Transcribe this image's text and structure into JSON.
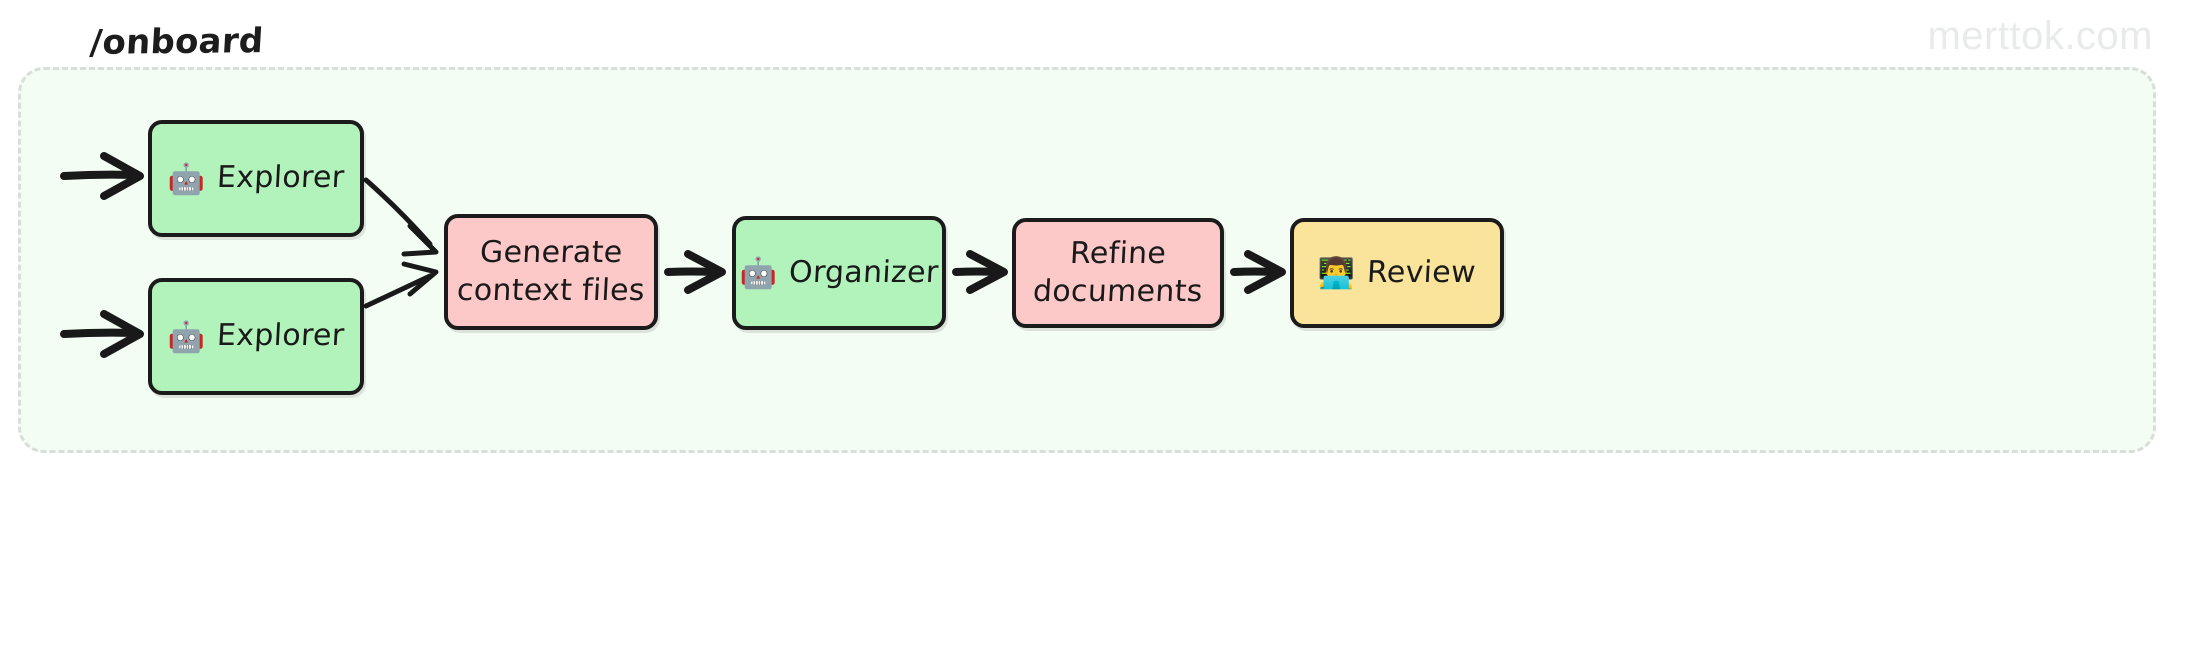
{
  "page": {
    "title": "/onboard",
    "watermark": "merttok.com",
    "background_color": "#ffffff",
    "frame_fill": "#f4fdf4",
    "frame_border_color": "#d9dedb"
  },
  "colors": {
    "green": "#b2f2bb",
    "pink": "#fcc8c8",
    "yellow": "#fae49b",
    "stroke": "#1b1b1b",
    "watermark": "#e9ebea"
  },
  "nodes": [
    {
      "id": "explorer-1",
      "label": "Explorer",
      "icon": "robot-icon",
      "emoji": "🤖",
      "fill": "green"
    },
    {
      "id": "explorer-2",
      "label": "Explorer",
      "icon": "robot-icon",
      "emoji": "🤖",
      "fill": "green"
    },
    {
      "id": "generate",
      "label_line_1": "Generate",
      "label_line_2": "context files",
      "icon": null,
      "emoji": "",
      "fill": "pink"
    },
    {
      "id": "organizer",
      "label": "Organizer",
      "icon": "robot-icon",
      "emoji": "🤖",
      "fill": "green"
    },
    {
      "id": "refine",
      "label_line_1": "Refine",
      "label_line_2": "documents",
      "icon": null,
      "emoji": "",
      "fill": "pink"
    },
    {
      "id": "review",
      "label": "Review",
      "icon": "person-at-laptop-icon",
      "emoji": "👨‍💻",
      "fill": "yellow"
    }
  ],
  "edges": [
    {
      "id": "entry-to-explorer-1",
      "from": "start",
      "to": "explorer-1",
      "style": "arrow"
    },
    {
      "id": "entry-to-explorer-2",
      "from": "start",
      "to": "explorer-2",
      "style": "arrow"
    },
    {
      "id": "explorer-1-to-generate",
      "from": "explorer-1",
      "to": "generate",
      "style": "arrow"
    },
    {
      "id": "explorer-2-to-generate",
      "from": "explorer-2",
      "to": "generate",
      "style": "arrow"
    },
    {
      "id": "generate-to-organizer",
      "from": "generate",
      "to": "organizer",
      "style": "arrow"
    },
    {
      "id": "organizer-to-refine",
      "from": "organizer",
      "to": "refine",
      "style": "arrow"
    },
    {
      "id": "refine-to-review",
      "from": "refine",
      "to": "review",
      "style": "arrow"
    }
  ]
}
